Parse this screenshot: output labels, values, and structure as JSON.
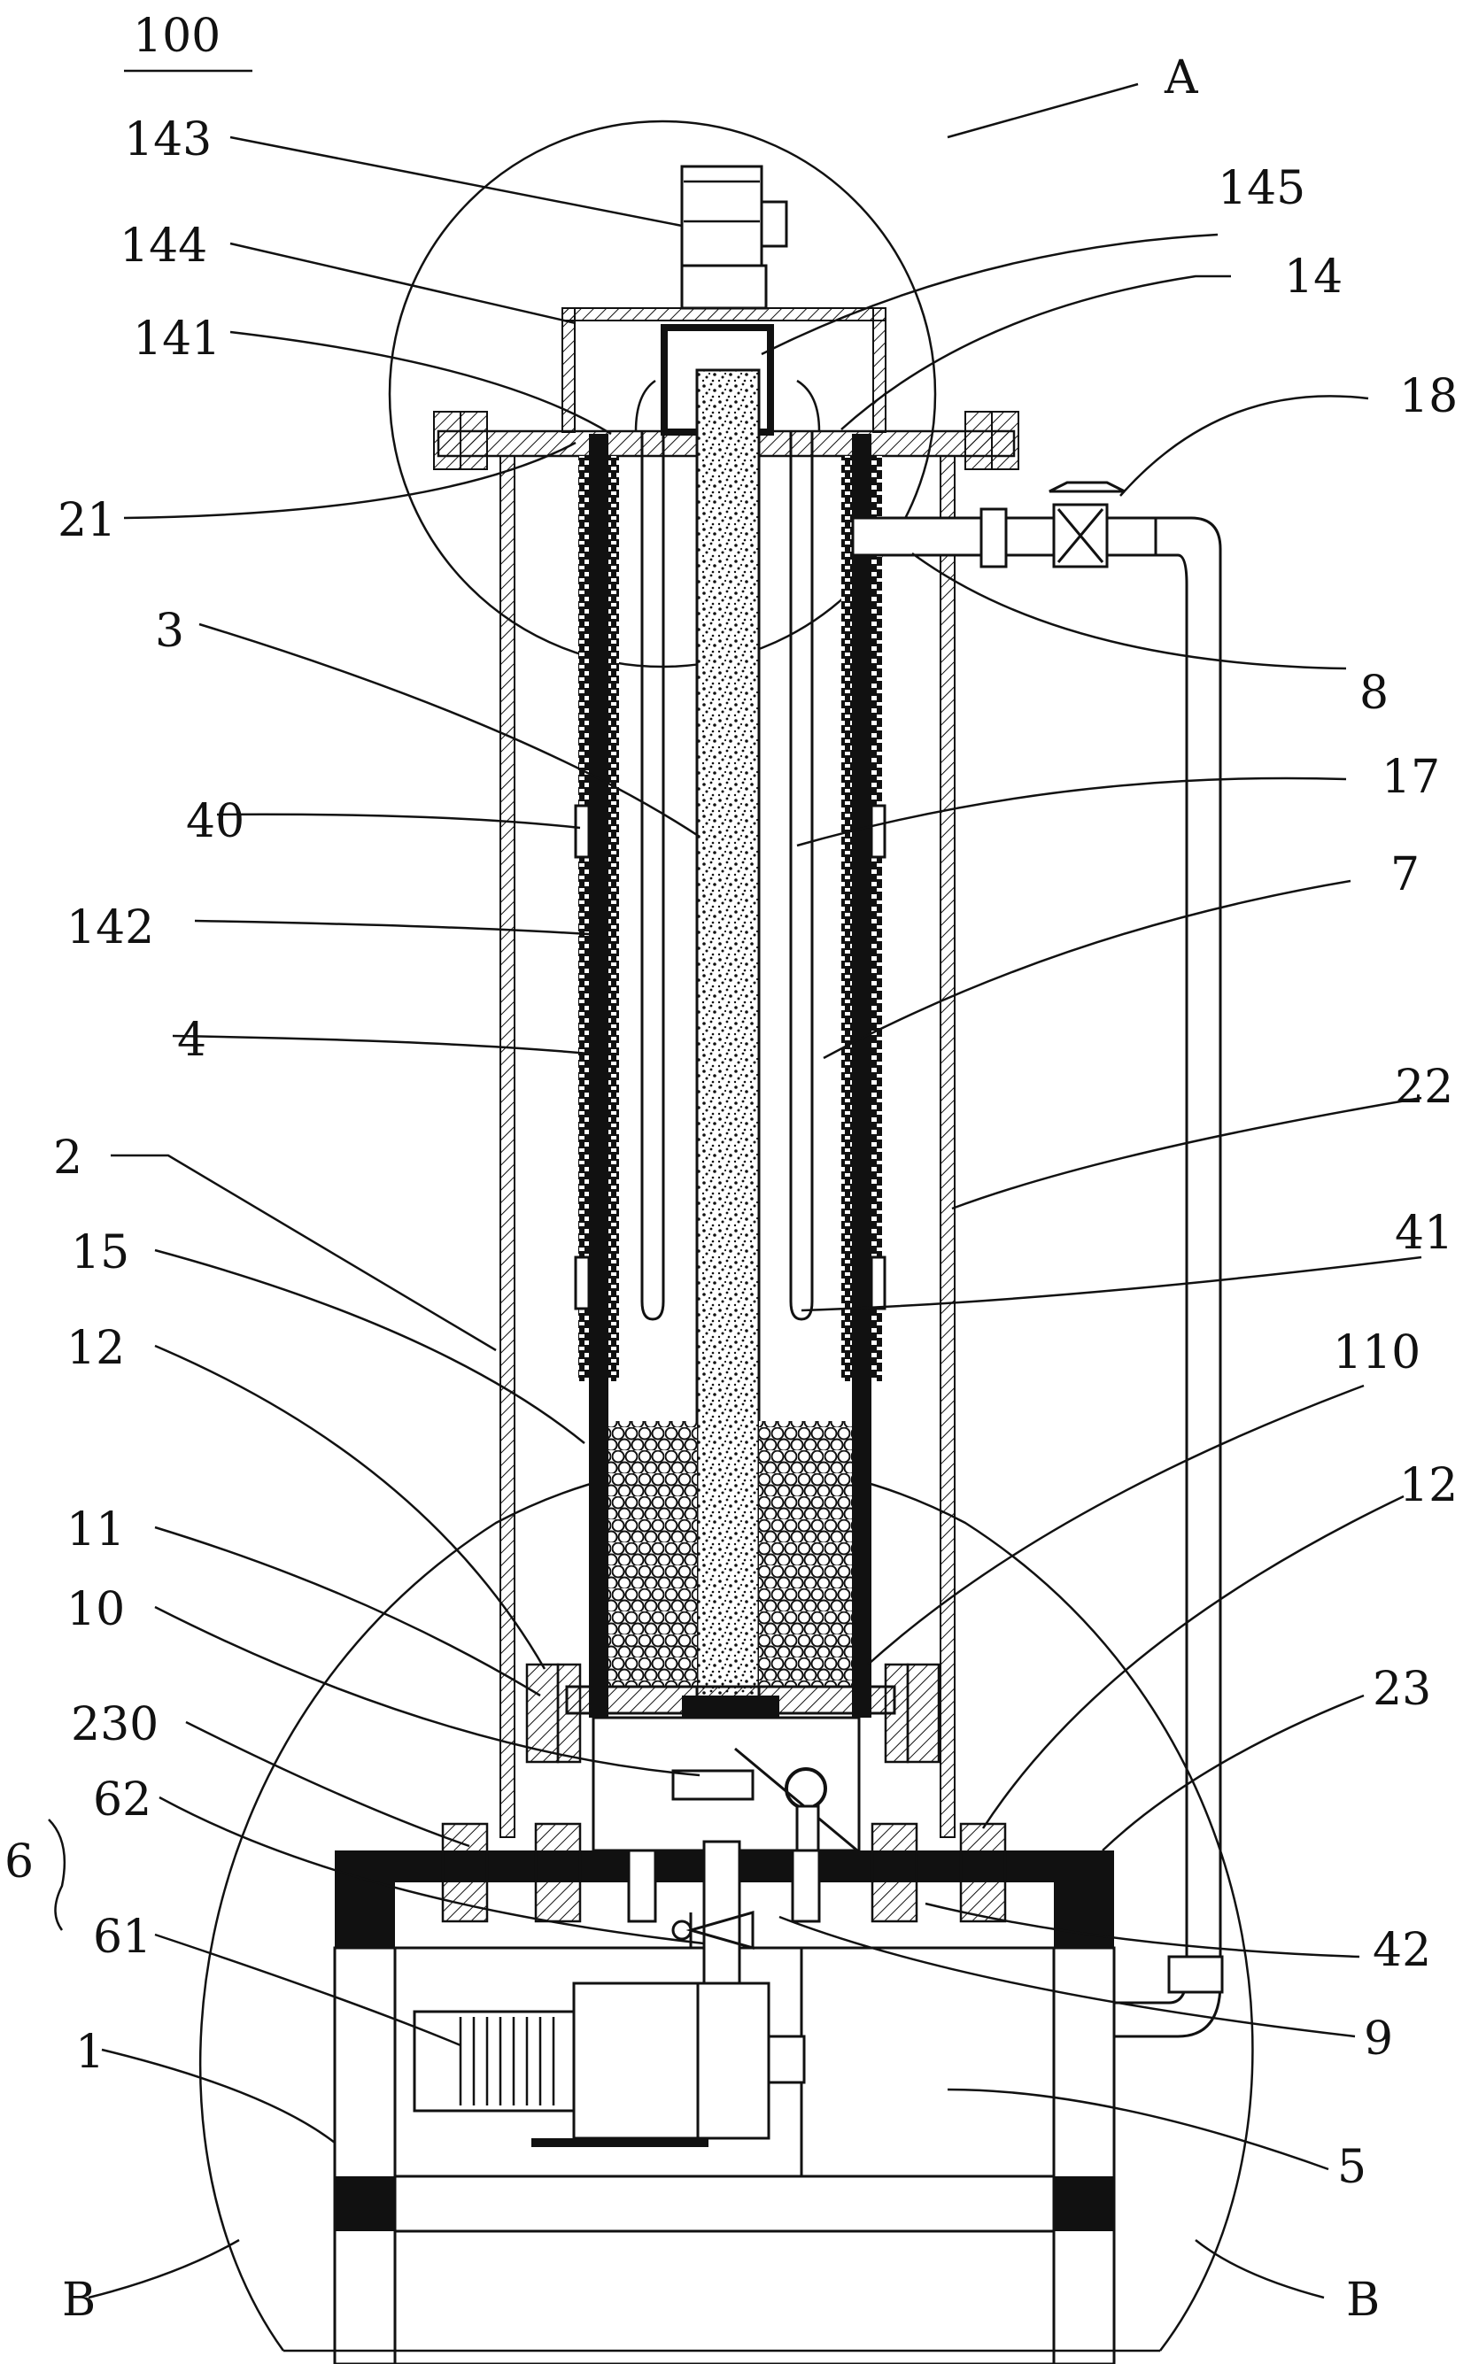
{
  "figure_title": "100",
  "labels": {
    "l143": "143",
    "l144": "144",
    "l141": "141",
    "l21": "21",
    "l3": "3",
    "l40": "40",
    "l142": "142",
    "l4": "4",
    "l2": "2",
    "l15": "15",
    "l12a": "12",
    "l11": "11",
    "l10": "10",
    "l230": "230",
    "l6": "6",
    "l62": "62",
    "l61": "61",
    "l1": "1",
    "lBa": "B",
    "lA": "A",
    "l145": "145",
    "l14": "14",
    "l18": "18",
    "l8": "8",
    "l17": "17",
    "l7": "7",
    "l22": "22",
    "l41": "41",
    "l110": "110",
    "l12b": "12",
    "l23": "23",
    "l42": "42",
    "l9": "9",
    "l5": "5",
    "lBb": "B"
  }
}
